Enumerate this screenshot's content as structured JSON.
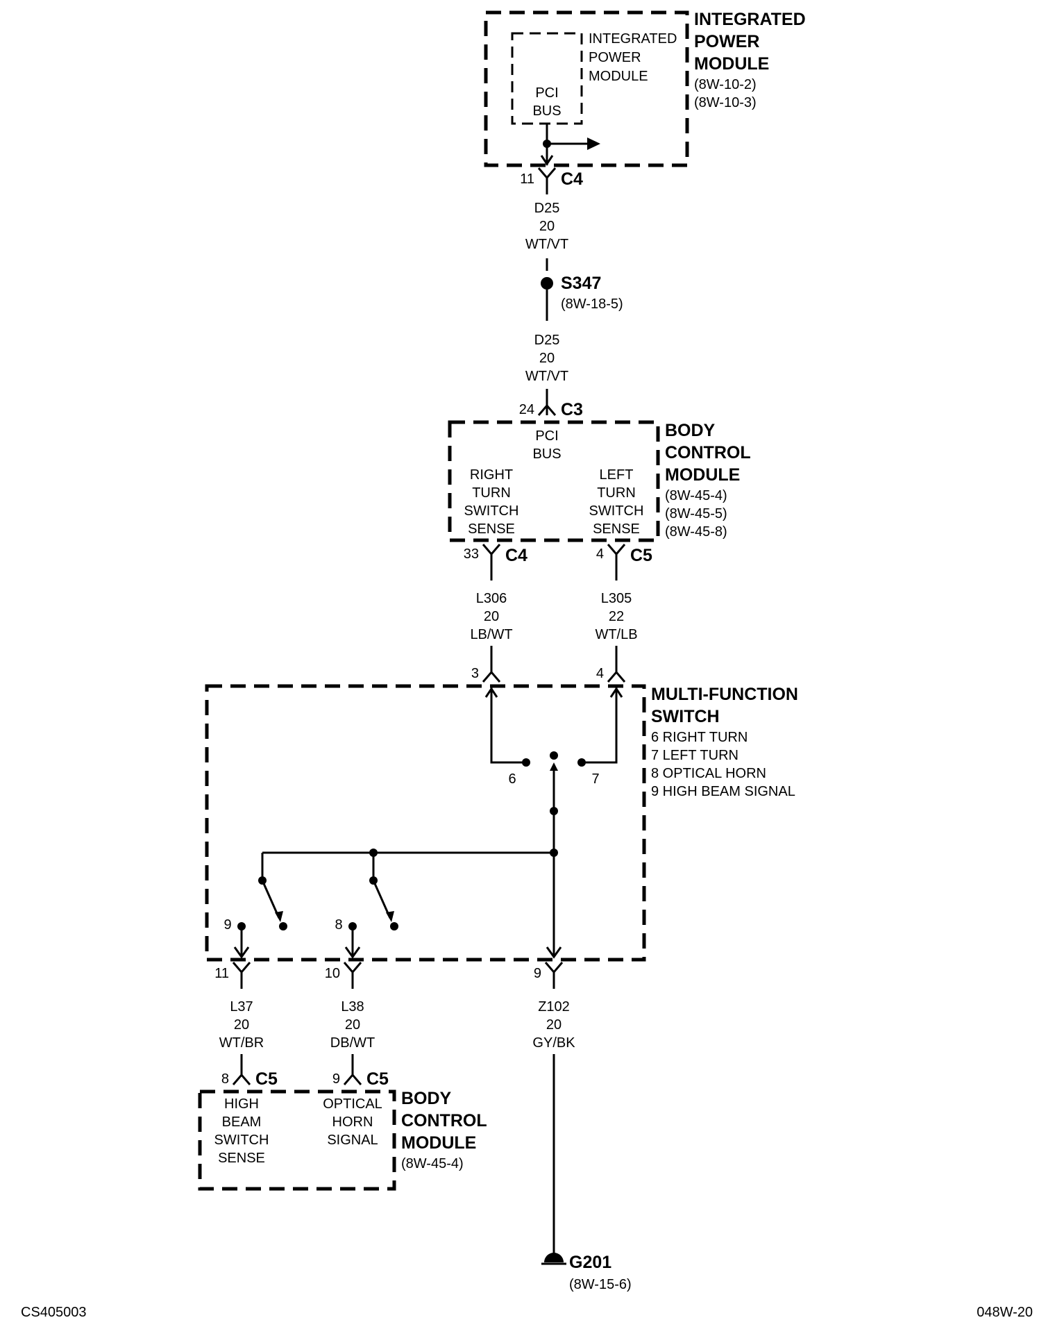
{
  "ipm": {
    "title": [
      "INTEGRATED",
      "POWER",
      "MODULE"
    ],
    "refs": [
      "(8W-10-2)",
      "(8W-10-3)"
    ],
    "inner_title": [
      "INTEGRATED",
      "POWER",
      "MODULE"
    ],
    "pci": [
      "PCI",
      "BUS"
    ],
    "pin": "11",
    "connector": "C4"
  },
  "wire_d25_a": [
    "D25",
    "20",
    "WT/VT"
  ],
  "splice": {
    "name": "S347",
    "ref": "(8W-18-5)"
  },
  "wire_d25_b": [
    "D25",
    "20",
    "WT/VT"
  ],
  "bcm_top": {
    "pin_in": "24",
    "connector_in": "C3",
    "title": [
      "BODY",
      "CONTROL",
      "MODULE"
    ],
    "refs": [
      "(8W-45-4)",
      "(8W-45-5)",
      "(8W-45-8)"
    ],
    "pci": [
      "PCI",
      "BUS"
    ],
    "right_turn": [
      "RIGHT",
      "TURN",
      "SWITCH",
      "SENSE"
    ],
    "left_turn": [
      "LEFT",
      "TURN",
      "SWITCH",
      "SENSE"
    ],
    "pin_right": "33",
    "connector_right": "C4",
    "pin_left": "4",
    "connector_left": "C5"
  },
  "wire_l306": [
    "L306",
    "20",
    "LB/WT"
  ],
  "wire_l305": [
    "L305",
    "22",
    "WT/LB"
  ],
  "mfs": {
    "title": [
      "MULTI-FUNCTION",
      "SWITCH"
    ],
    "legend": [
      "6 RIGHT TURN",
      "7 LEFT TURN",
      "8 OPTICAL HORN",
      "9 HIGH BEAM SIGNAL"
    ],
    "pin_3": "3",
    "pin_4": "4",
    "pos_6": "6",
    "pos_7": "7",
    "pos_9": "9",
    "pos_8": "8",
    "pin_11": "11",
    "pin_10": "10",
    "pin_9": "9"
  },
  "wire_l37": [
    "L37",
    "20",
    "WT/BR"
  ],
  "wire_l38": [
    "L38",
    "20",
    "DB/WT"
  ],
  "wire_z102": [
    "Z102",
    "20",
    "GY/BK"
  ],
  "bcm_bottom": {
    "pin_a": "8",
    "connector_a": "C5",
    "pin_b": "9",
    "connector_b": "C5",
    "high_beam": [
      "HIGH",
      "BEAM",
      "SWITCH",
      "SENSE"
    ],
    "optical_horn": [
      "OPTICAL",
      "HORN",
      "SIGNAL"
    ],
    "title": [
      "BODY",
      "CONTROL",
      "MODULE"
    ],
    "refs": [
      "(8W-45-4)"
    ]
  },
  "ground": {
    "name": "G201",
    "ref": "(8W-15-6)"
  },
  "footer": {
    "left": "CS405003",
    "right": "048W-20"
  }
}
